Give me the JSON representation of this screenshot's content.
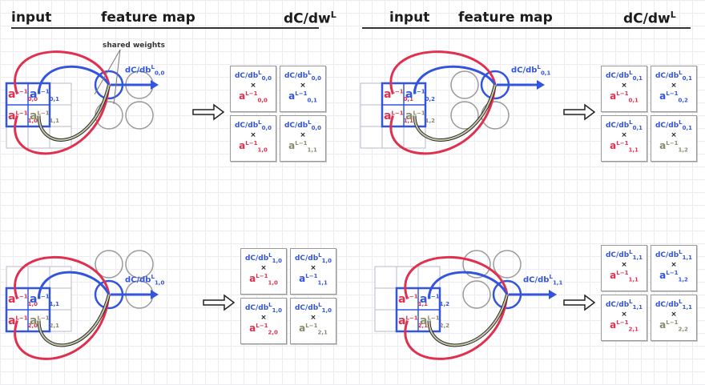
{
  "headers": {
    "input": "input",
    "feature_map": "feature map",
    "dcdw": "dC/dw",
    "dcdw_sup": "L"
  },
  "shared_weights": "shared weights",
  "colors": {
    "red": "#e0304e",
    "blue": "#3355dd",
    "olive": "#8a8a6a",
    "grid": "#ececf2"
  },
  "panels": [
    {
      "gradient": "dC/db",
      "gradient_sup": "L",
      "gradient_sub": "0,0",
      "inputs": [
        {
          "sub": "0,0",
          "color": "red"
        },
        {
          "sub": "0,1",
          "color": "blue"
        },
        {
          "sub": "1,0",
          "color": "red"
        },
        {
          "sub": "1,1",
          "color": "olive"
        }
      ],
      "cards": [
        {
          "top": "dC/db",
          "sub": "0,0",
          "a_sub": "0,0",
          "a_color": "red"
        },
        {
          "top": "dC/db",
          "sub": "0,0",
          "a_sub": "0,1",
          "a_color": "blue"
        },
        {
          "top": "dC/db",
          "sub": "0,0",
          "a_sub": "1,0",
          "a_color": "red"
        },
        {
          "top": "dC/db",
          "sub": "0,0",
          "a_sub": "1,1",
          "a_color": "olive"
        }
      ]
    },
    {
      "gradient": "dC/db",
      "gradient_sup": "L",
      "gradient_sub": "0,1",
      "inputs": [
        {
          "sub": "0,1",
          "color": "red"
        },
        {
          "sub": "0,2",
          "color": "blue"
        },
        {
          "sub": "1,1",
          "color": "red"
        },
        {
          "sub": "1,2",
          "color": "olive"
        }
      ],
      "cards": [
        {
          "top": "dC/db",
          "sub": "0,1",
          "a_sub": "0,1",
          "a_color": "red"
        },
        {
          "top": "dC/db",
          "sub": "0,1",
          "a_sub": "0,2",
          "a_color": "blue"
        },
        {
          "top": "dC/db",
          "sub": "0,1",
          "a_sub": "1,1",
          "a_color": "red"
        },
        {
          "top": "dC/db",
          "sub": "0,1",
          "a_sub": "1,2",
          "a_color": "olive"
        }
      ]
    },
    {
      "gradient": "dC/db",
      "gradient_sup": "L",
      "gradient_sub": "1,0",
      "inputs": [
        {
          "sub": "1,0",
          "color": "red"
        },
        {
          "sub": "1,1",
          "color": "blue"
        },
        {
          "sub": "2,0",
          "color": "red"
        },
        {
          "sub": "2,1",
          "color": "olive"
        }
      ],
      "cards": [
        {
          "top": "dC/db",
          "sub": "1,0",
          "a_sub": "1,0",
          "a_color": "red"
        },
        {
          "top": "dC/db",
          "sub": "1,0",
          "a_sub": "1,1",
          "a_color": "blue"
        },
        {
          "top": "dC/db",
          "sub": "1,0",
          "a_sub": "2,0",
          "a_color": "red"
        },
        {
          "top": "dC/db",
          "sub": "1,0",
          "a_sub": "2,1",
          "a_color": "olive"
        }
      ]
    },
    {
      "gradient": "dC/db",
      "gradient_sup": "L",
      "gradient_sub": "1,1",
      "inputs": [
        {
          "sub": "1,1",
          "color": "red"
        },
        {
          "sub": "1,2",
          "color": "blue"
        },
        {
          "sub": "2,1",
          "color": "red"
        },
        {
          "sub": "2,2",
          "color": "olive"
        }
      ],
      "cards": [
        {
          "top": "dC/db",
          "sub": "1,1",
          "a_sub": "1,1",
          "a_color": "red"
        },
        {
          "top": "dC/db",
          "sub": "1,1",
          "a_sub": "1,2",
          "a_color": "blue"
        },
        {
          "top": "dC/db",
          "sub": "1,1",
          "a_sub": "2,1",
          "a_color": "red"
        },
        {
          "top": "dC/db",
          "sub": "1,1",
          "a_sub": "2,2",
          "a_color": "olive"
        }
      ]
    }
  ],
  "a_letter": "a",
  "a_sup": "L−1",
  "times": "×"
}
